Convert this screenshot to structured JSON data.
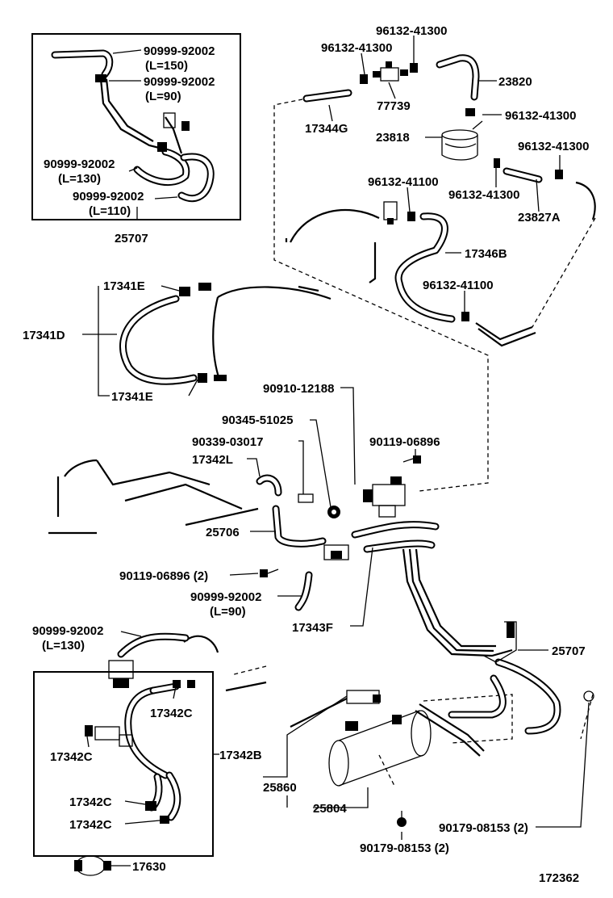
{
  "labels": {
    "p_96132_41300_a": "96132-41300",
    "p_96132_41300_b": "96132-41300",
    "p_23820": "23820",
    "p_77739": "77739",
    "p_96132_41300_c": "96132-41300",
    "p_17344G": "17344G",
    "p_23818": "23818",
    "p_96132_41300_d": "96132-41300",
    "p_96132_41100_a": "96132-41100",
    "p_96132_41300_e": "96132-41300",
    "p_23827A": "23827A",
    "p_17346B": "17346B",
    "p_96132_41100_b": "96132-41100",
    "p_90999_92002_a": "90999-92002",
    "p_L150": "(L=150)",
    "p_90999_92002_b": "90999-92002",
    "p_L90_a": "(L=90)",
    "p_90999_92002_c": "90999-92002",
    "p_L130_a": "(L=130)",
    "p_90999_92002_d": "90999-92002",
    "p_L110": "(L=110)",
    "p_25707_a": "25707",
    "p_17341E_a": "17341E",
    "p_17341D": "17341D",
    "p_17341E_b": "17341E",
    "p_90910_12188": "90910-12188",
    "p_90345_51025": "90345-51025",
    "p_90339_03017": "90339-03017",
    "p_90119_06896_a": "90119-06896",
    "p_17342L": "17342L",
    "p_25706": "25706",
    "p_90119_06896_b": "90119-06896 (2)",
    "p_90999_92002_e": "90999-92002",
    "p_L90_b": "(L=90)",
    "p_17343F": "17343F",
    "p_90999_92002_f": "90999-92002",
    "p_L130_b": "(L=130)",
    "p_25707_b": "25707",
    "p_17342C_a": "17342C",
    "p_17342C_b": "17342C",
    "p_17342B": "17342B",
    "p_17342C_c": "17342C",
    "p_17342C_d": "17342C",
    "p_17630": "17630",
    "p_25860": "25860",
    "p_25804": "25804",
    "p_90179_08153_a": "90179-08153 (2)",
    "p_90179_08153_b": "90179-08153 (2)",
    "p_172362": "172362"
  }
}
